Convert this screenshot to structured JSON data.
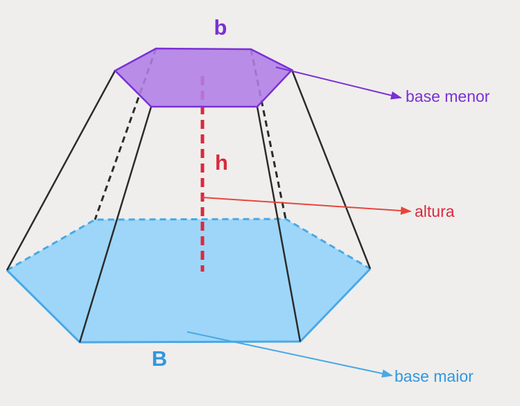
{
  "labels": {
    "small_base_symbol": "b",
    "large_base_symbol": "B",
    "height_symbol": "h",
    "small_base_caption": "base menor",
    "height_caption": "altura",
    "large_base_caption": "base maior"
  },
  "colors": {
    "background": "#efeeec",
    "small_base_fill": "#b07ee6",
    "small_base_stroke": "#7b2fd6",
    "small_base_text": "#7b2fd6",
    "large_base_fill": "#9dd6f8",
    "large_base_stroke": "#4aa8e6",
    "large_base_text": "#2f97e0",
    "height_line": "#d92a3f",
    "height_text": "#d92a3f",
    "height_arrow": "#e8453c",
    "edge": "#2b2b2b"
  }
}
